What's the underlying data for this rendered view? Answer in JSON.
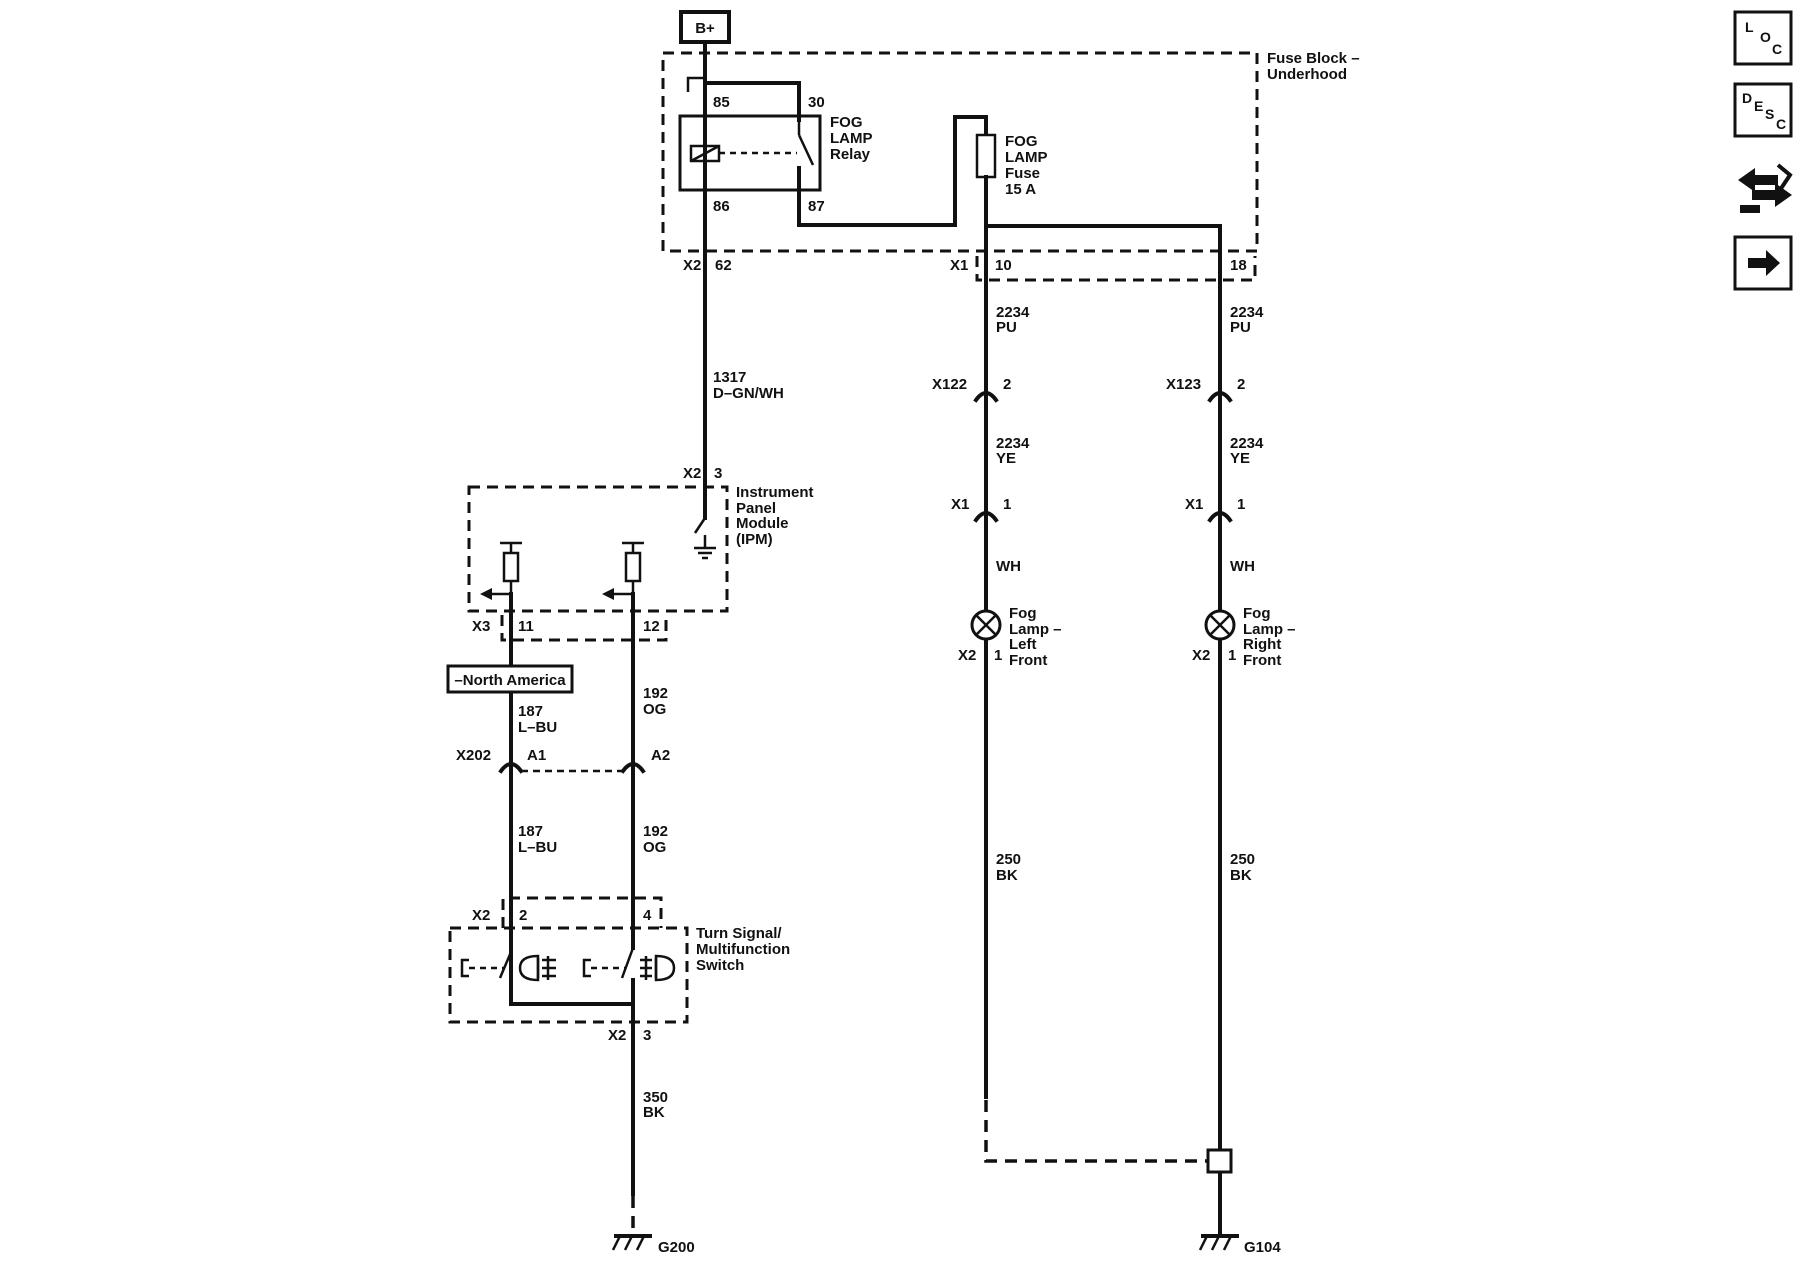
{
  "battery": "B+",
  "fuse_block": {
    "line1": "Fuse Block –",
    "line2": "Underhood",
    "x2": "X2",
    "x2_pin": "62",
    "x1": "X1",
    "x1_pin_a": "10",
    "x1_pin_b": "18"
  },
  "relay": {
    "line1": "FOG",
    "line2": "LAMP",
    "line3": "Relay",
    "pin85": "85",
    "pin30": "30",
    "pin86": "86",
    "pin87": "87"
  },
  "fuse": {
    "line1": "FOG",
    "line2": "LAMP",
    "line3": "Fuse",
    "line4": "15 A"
  },
  "wires": {
    "w1317_num": "1317",
    "w1317_col": "D–GN/WH",
    "w2234a_num": "2234",
    "w2234a_col": "PU",
    "w2234b_num": "2234",
    "w2234b_col": "PU",
    "w2234c_num": "2234",
    "w2234c_col": "YE",
    "w2234d_num": "2234",
    "w2234d_col": "YE",
    "wh_left": "WH",
    "wh_right": "WH",
    "w187a_num": "187",
    "w187a_col": "L–BU",
    "w192a_num": "192",
    "w192a_col": "OG",
    "w187b_num": "187",
    "w187b_col": "L–BU",
    "w192b_num": "192",
    "w192b_col": "OG",
    "w250a_num": "250",
    "w250a_col": "BK",
    "w250b_num": "250",
    "w250b_col": "BK",
    "w350_num": "350",
    "w350_col": "BK"
  },
  "connectors": {
    "x122": "X122",
    "x122_pin": "2",
    "x123": "X123",
    "x123_pin": "2",
    "x1_left": "X1",
    "x1_left_pin": "1",
    "x1_right": "X1",
    "x1_right_pin": "1",
    "x2_left_lamp": "X2",
    "x2_left_lamp_pin": "1",
    "x2_right_lamp": "X2",
    "x2_right_lamp_pin": "1",
    "x2_ipm": "X2",
    "x2_ipm_pin": "3",
    "x3": "X3",
    "x3_pin_a": "11",
    "x3_pin_b": "12",
    "x202": "X202",
    "x202_pin_a": "A1",
    "x202_pin_b": "A2",
    "x2_sw": "X2",
    "x2_sw_pin_a": "2",
    "x2_sw_pin_b": "4",
    "x2_sw_bottom": "X2",
    "x2_sw_bottom_pin": "3"
  },
  "ipm": {
    "line1": "Instrument",
    "line2": "Panel",
    "line3": "Module",
    "line4": "(IPM)"
  },
  "option_label": "–North America",
  "lamp_left": {
    "line1": "Fog",
    "line2": "Lamp –",
    "line3": "Left",
    "line4": "Front"
  },
  "lamp_right": {
    "line1": "Fog",
    "line2": "Lamp –",
    "line3": "Right",
    "line4": "Front"
  },
  "switch": {
    "line1": "Turn Signal/",
    "line2": "Multifunction",
    "line3": "Switch"
  },
  "grounds": {
    "g200": "G200",
    "g104": "G104"
  },
  "side_icons": [
    {
      "name": "loc-icon",
      "letters": [
        "L",
        "O",
        "C"
      ]
    },
    {
      "name": "desc-icon",
      "letters": [
        "D",
        "E",
        "S",
        "C"
      ]
    },
    {
      "name": "connector-swap-icon"
    },
    {
      "name": "next-arrow-icon"
    }
  ]
}
